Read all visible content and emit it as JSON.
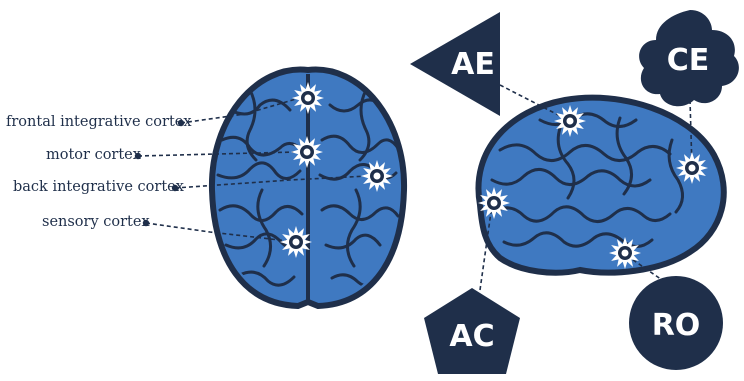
{
  "labels": {
    "frontal": "frontal integrative cortex",
    "motor": "motor cortex",
    "back": "back integrative cortex",
    "sensory": "sensory cortex"
  },
  "badges": {
    "ae": "AE",
    "ce": "CE",
    "ac": "AC",
    "ro": "RO"
  },
  "colors": {
    "brain_fill": "#3f79c1",
    "brain_outline": "#1f2f4a",
    "badge_fill": "#1f2f4a",
    "marker_glow": "#ffffff"
  }
}
